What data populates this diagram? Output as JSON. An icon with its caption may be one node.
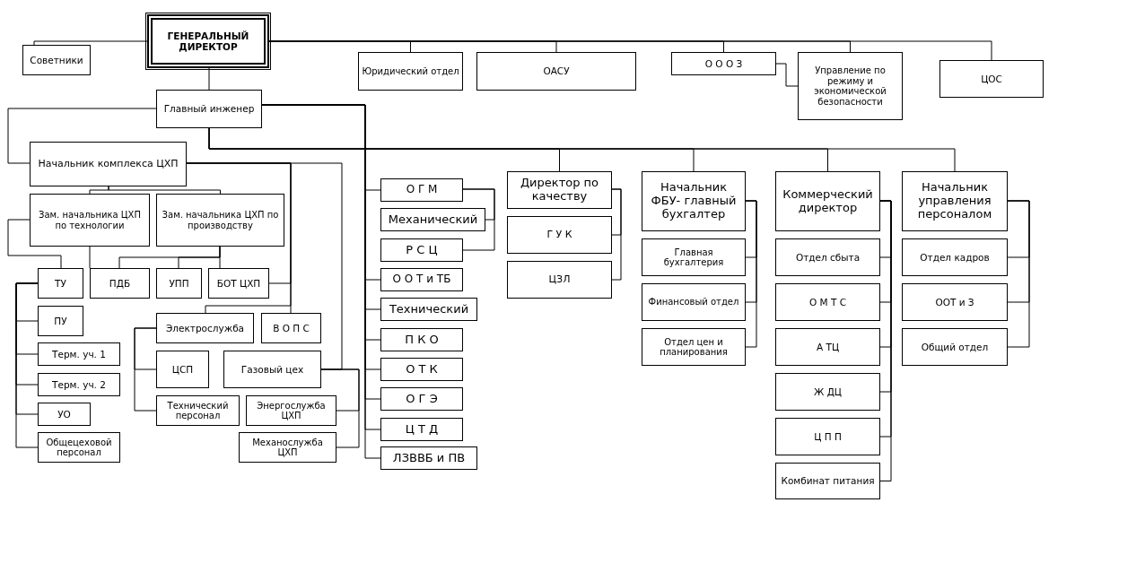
{
  "diagram": {
    "nodes": [
      {
        "text": [
          "ГЕНЕРАЛЬНЫЙ ДИРЕКТОР"
        ]
      },
      {
        "text": [
          "Советники"
        ]
      },
      {
        "text": [
          "Юридический отдел"
        ]
      },
      {
        "text": [
          "ОАСУ"
        ]
      },
      {
        "text": [
          "О О О З"
        ]
      },
      {
        "text": [
          "Управление по режиму и экономической безопасности"
        ]
      },
      {
        "text": [
          "ЦОС"
        ]
      },
      {
        "text": [
          "Главный инженер"
        ]
      },
      {
        "text": [
          "Начальник комплекса ЦХП"
        ]
      },
      {
        "text": [
          "Зам. начальника ЦХП по технологии"
        ]
      },
      {
        "text": [
          "Зам. начальника ЦХП по производству"
        ]
      },
      {
        "text": [
          "ТУ"
        ]
      },
      {
        "text": [
          "ПДБ"
        ]
      },
      {
        "text": [
          "УПП"
        ]
      },
      {
        "text": [
          "БОТ ЦХП"
        ]
      },
      {
        "text": [
          "ПУ"
        ]
      },
      {
        "text": [
          "Терм. уч. 1"
        ]
      },
      {
        "text": [
          "Терм. уч. 2"
        ]
      },
      {
        "text": [
          "УО"
        ]
      },
      {
        "text": [
          "Общецеховой персонал"
        ]
      },
      {
        "text": [
          "Электрослужба"
        ]
      },
      {
        "text": [
          "В О П С"
        ]
      },
      {
        "text": [
          "ЦСП"
        ]
      },
      {
        "text": [
          "Газовый цех"
        ]
      },
      {
        "text": [
          "Технический персонал"
        ]
      },
      {
        "text": [
          "Энергослужба ЦХП"
        ]
      },
      {
        "text": [
          "Механослужба ЦХП"
        ]
      },
      {
        "text": [
          "О Г М"
        ]
      },
      {
        "text": [
          "Механический"
        ]
      },
      {
        "text": [
          "Р С Ц"
        ]
      },
      {
        "text": [
          "О О Т и ТБ"
        ]
      },
      {
        "text": [
          "Технический"
        ]
      },
      {
        "text": [
          "П К О"
        ]
      },
      {
        "text": [
          "О Т К"
        ]
      },
      {
        "text": [
          "О Г Э"
        ]
      },
      {
        "text": [
          "Ц Т Д"
        ]
      },
      {
        "text": [
          "ЛЗВВБ и ПВ"
        ]
      },
      {
        "text": [
          "Директор по качеству"
        ]
      },
      {
        "text": [
          "Г У К"
        ]
      },
      {
        "text": [
          "ЦЗЛ"
        ]
      },
      {
        "text": [
          "Начальник ФБУ- главный бухгалтер"
        ]
      },
      {
        "text": [
          "Главная бухгалтерия"
        ]
      },
      {
        "text": [
          "Финансовый отдел"
        ]
      },
      {
        "text": [
          "Отдел цен и планирования"
        ]
      },
      {
        "text": [
          "Коммерческий директор"
        ]
      },
      {
        "text": [
          "Отдел сбыта"
        ]
      },
      {
        "text": [
          "О М Т С"
        ]
      },
      {
        "text": [
          "А ТЦ"
        ]
      },
      {
        "text": [
          "Ж ДЦ"
        ]
      },
      {
        "text": [
          "Ц П П"
        ]
      },
      {
        "text": [
          "Комбинат питания"
        ]
      },
      {
        "text": [
          "Начальник управления персоналом"
        ]
      },
      {
        "text": [
          "Отдел кадров"
        ]
      },
      {
        "text": [
          "ООТ и З"
        ]
      },
      {
        "text": [
          "Общий отдел"
        ]
      }
    ],
    "edges": [
      {
        "from": 0,
        "to": 1,
        "arrow": "none"
      },
      {
        "from": 0,
        "to": 2,
        "arrow": "none"
      },
      {
        "from": 0,
        "to": 3,
        "arrow": "none"
      },
      {
        "from": 0,
        "to": 4,
        "arrow": "none"
      },
      {
        "from": 0,
        "to": 5,
        "arrow": "none"
      },
      {
        "from": 0,
        "to": 6,
        "arrow": "none"
      },
      {
        "from": 4,
        "to": 5,
        "arrow": "none"
      },
      {
        "from": 0,
        "to": 7,
        "arrow": "none"
      },
      {
        "from": 7,
        "to": 8,
        "arrow": "none"
      },
      {
        "from": 7,
        "to": 27,
        "arrow": "none"
      },
      {
        "from": 7,
        "to": 30,
        "arrow": "none"
      },
      {
        "from": 7,
        "to": 31,
        "arrow": "none"
      },
      {
        "from": 7,
        "to": 32,
        "arrow": "none"
      },
      {
        "from": 7,
        "to": 33,
        "arrow": "none"
      },
      {
        "from": 7,
        "to": 34,
        "arrow": "none"
      },
      {
        "from": 7,
        "to": 35,
        "arrow": "none"
      },
      {
        "from": 7,
        "to": 36,
        "arrow": "none"
      },
      {
        "from": 7,
        "to": 37,
        "arrow": "none"
      },
      {
        "from": 7,
        "to": 40,
        "arrow": "none"
      },
      {
        "from": 7,
        "to": 44,
        "arrow": "none"
      },
      {
        "from": 7,
        "to": 51,
        "arrow": "none"
      },
      {
        "from": 8,
        "to": 9,
        "arrow": "none"
      },
      {
        "from": 8,
        "to": 10,
        "arrow": "none"
      },
      {
        "from": 8,
        "to": 14,
        "arrow": "none"
      },
      {
        "from": 8,
        "to": 20,
        "arrow": "none"
      },
      {
        "from": 8,
        "to": 21,
        "arrow": "none"
      },
      {
        "from": 8,
        "to": 23,
        "arrow": "none"
      },
      {
        "from": 9,
        "to": 11,
        "arrow": "none"
      },
      {
        "from": 9,
        "to": 12,
        "arrow": "none"
      },
      {
        "from": 10,
        "to": 12,
        "arrow": "none"
      },
      {
        "from": 10,
        "to": 13,
        "arrow": "none"
      },
      {
        "from": 10,
        "to": 14,
        "arrow": "none"
      },
      {
        "from": 11,
        "to": 15,
        "arrow": "none"
      },
      {
        "from": 11,
        "to": 16,
        "arrow": "none"
      },
      {
        "from": 11,
        "to": 17,
        "arrow": "none"
      },
      {
        "from": 11,
        "to": 18,
        "arrow": "none"
      },
      {
        "from": 11,
        "to": 19,
        "arrow": "none"
      },
      {
        "from": 20,
        "to": 22,
        "arrow": "none"
      },
      {
        "from": 20,
        "to": 24,
        "arrow": "none"
      },
      {
        "from": 23,
        "to": 25,
        "arrow": "none"
      },
      {
        "from": 23,
        "to": 26,
        "arrow": "none"
      },
      {
        "from": 27,
        "to": 28,
        "arrow": "none"
      },
      {
        "from": 27,
        "to": 29,
        "arrow": "none"
      },
      {
        "from": 37,
        "to": 38,
        "arrow": "none"
      },
      {
        "from": 37,
        "to": 39,
        "arrow": "none"
      },
      {
        "from": 40,
        "to": 41,
        "arrow": "none"
      },
      {
        "from": 40,
        "to": 42,
        "arrow": "none"
      },
      {
        "from": 40,
        "to": 43,
        "arrow": "none"
      },
      {
        "from": 44,
        "to": 45,
        "arrow": "none"
      },
      {
        "from": 44,
        "to": 46,
        "arrow": "none"
      },
      {
        "from": 44,
        "to": 47,
        "arrow": "none"
      },
      {
        "from": 44,
        "to": 48,
        "arrow": "none"
      },
      {
        "from": 44,
        "to": 49,
        "arrow": "none"
      },
      {
        "from": 44,
        "to": 50,
        "arrow": "none"
      },
      {
        "from": 51,
        "to": 52,
        "arrow": "none"
      },
      {
        "from": 51,
        "to": 53,
        "arrow": "none"
      },
      {
        "from": 51,
        "to": 54,
        "arrow": "none"
      }
    ]
  }
}
